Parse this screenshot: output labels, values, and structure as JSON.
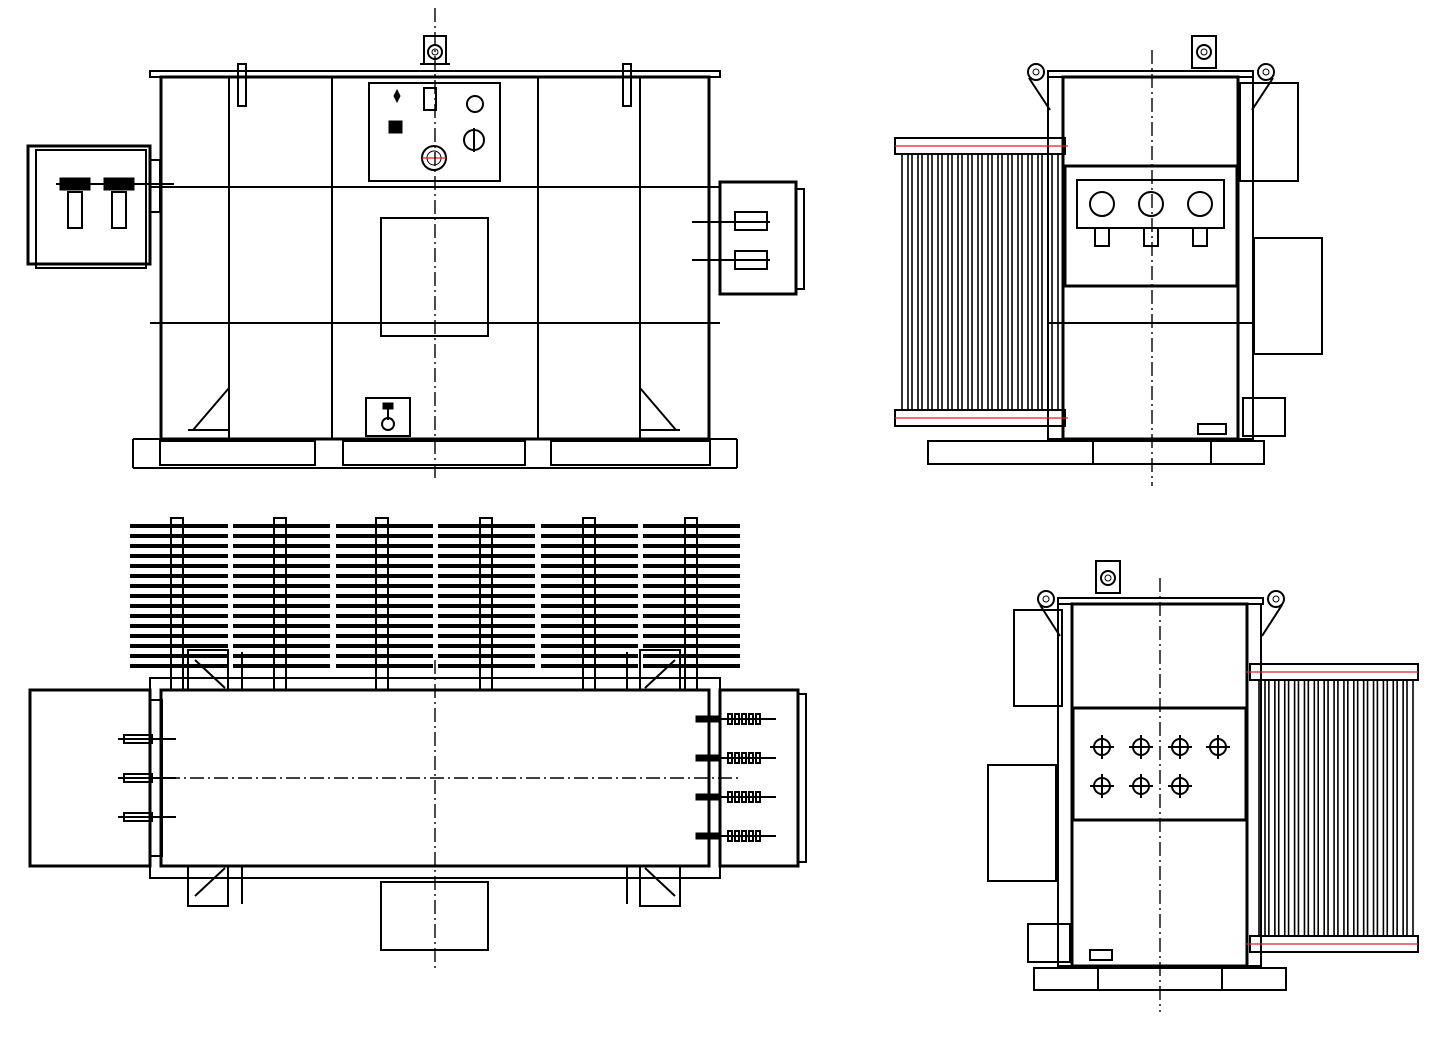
{
  "colors": {
    "line": "#000000",
    "background": "#ffffff",
    "accent": "#dd2222"
  },
  "views": [
    {
      "id": "front-elevation"
    },
    {
      "id": "side-elevation-left"
    },
    {
      "id": "plan-view"
    },
    {
      "id": "side-elevation-right"
    }
  ]
}
